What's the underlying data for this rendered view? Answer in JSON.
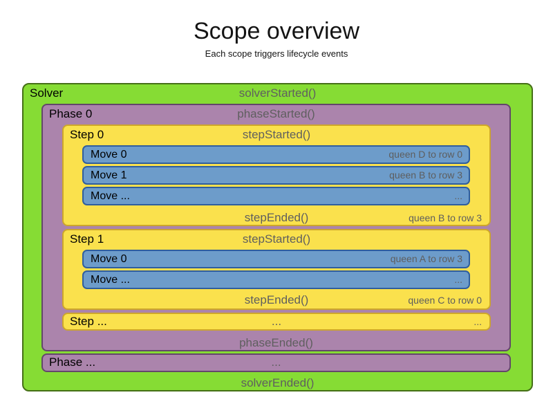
{
  "page": {
    "title": "Scope overview",
    "subtitle": "Each scope triggers lifecycle events"
  },
  "colors": {
    "solver_fill": "#86DC34",
    "solver_border": "#456F17",
    "phase_fill": "#AB84AC",
    "phase_border": "#63466A",
    "step_fill": "#FAE14D",
    "step_border": "#CDA62B",
    "move_fill": "#6D9CCA",
    "move_border": "#2F5E9E",
    "event_text": "#5F5F5F",
    "label_text": "#000000",
    "annotation_text": "#5E5E5E"
  },
  "solver": {
    "label": "Solver",
    "started_event": "solverStarted()",
    "ended_event": "solverEnded()",
    "phases": [
      {
        "label": "Phase 0",
        "started_event": "phaseStarted()",
        "ended_event": "phaseEnded()",
        "steps": [
          {
            "label": "Step 0",
            "started_event": "stepStarted()",
            "ended_event": "stepEnded()",
            "ended_annotation": "queen B to row 3",
            "moves": [
              {
                "label": "Move 0",
                "annotation": "queen D to row 0"
              },
              {
                "label": "Move 1",
                "annotation": "queen B to row 3"
              },
              {
                "label": "Move ...",
                "annotation": "..."
              }
            ]
          },
          {
            "label": "Step 1",
            "started_event": "stepStarted()",
            "ended_event": "stepEnded()",
            "ended_annotation": "queen C to row 0",
            "moves": [
              {
                "label": "Move 0",
                "annotation": "queen A to row 3"
              },
              {
                "label": "Move ...",
                "annotation": "..."
              }
            ]
          }
        ],
        "more_step": {
          "label": "Step ...",
          "center": "...",
          "right": "..."
        }
      }
    ],
    "more_phase": {
      "label": "Phase ...",
      "center": "..."
    }
  }
}
